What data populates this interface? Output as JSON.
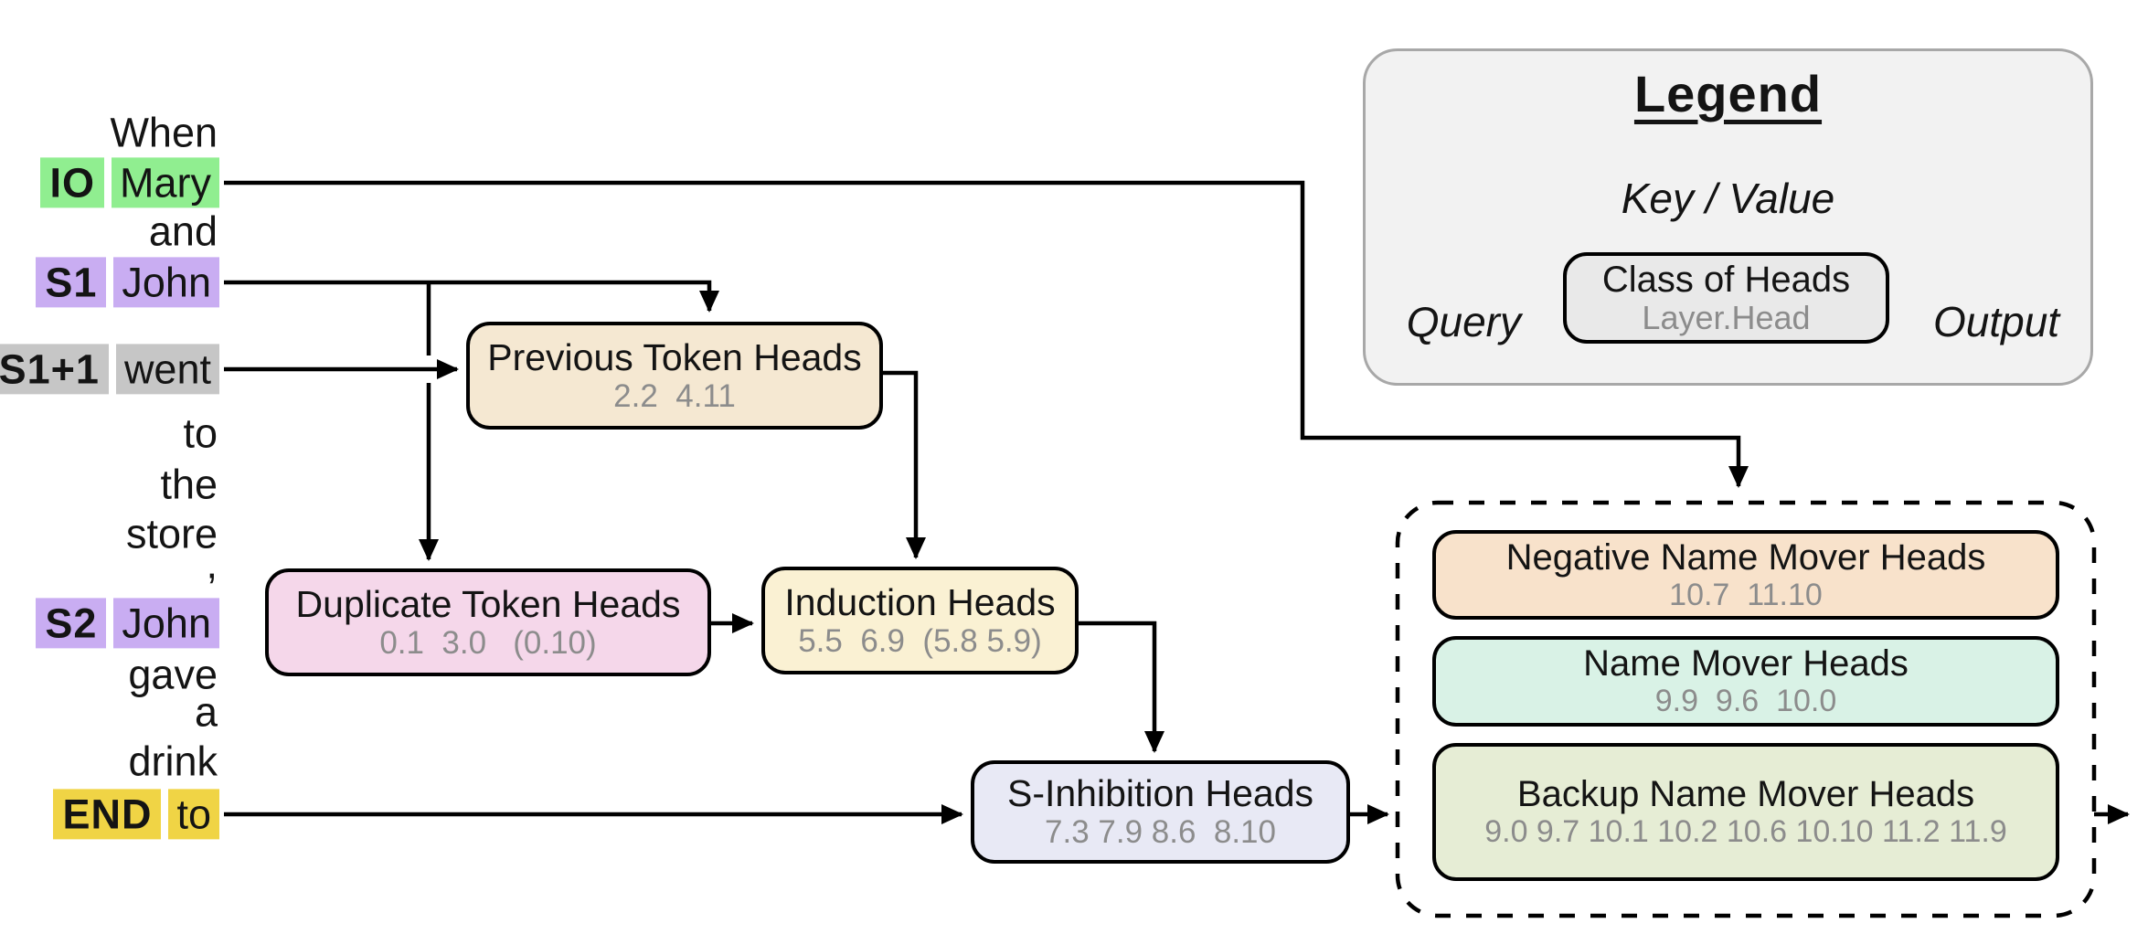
{
  "colors": {
    "io_green": "#90EE90",
    "subject_purple": "#C9ADF2",
    "s1plus1_gray": "#C6C6C6",
    "end_yellow": "#F0D445",
    "previous_fill": "#F5E8D2",
    "duplicate_fill": "#F5D7EA",
    "induction_fill": "#FAF1D3",
    "s_inhibition_fill": "#E8E9F5",
    "negative_fill": "#F8E2CB",
    "name_mover_fill": "#D9F2E6",
    "backup_fill": "#E6EDD5",
    "legend_panel_fill": "#F2F2F2",
    "class_box_fill": "#E9E9E9",
    "values_gray": "#8C8C8C",
    "line_black": "#000000"
  },
  "tokens": [
    {
      "label": "",
      "word": "When",
      "color": null
    },
    {
      "label": "IO",
      "word": "Mary",
      "color": "#90EE90"
    },
    {
      "label": "",
      "word": "and",
      "color": null
    },
    {
      "label": "S1",
      "word": "John",
      "color": "#C9ADF2"
    },
    {
      "label": "S1+1",
      "word": "went",
      "color": "#C6C6C6"
    },
    {
      "label": "",
      "word": "to",
      "color": null
    },
    {
      "label": "",
      "word": "the",
      "color": null
    },
    {
      "label": "",
      "word": "store",
      "color": null
    },
    {
      "label": "",
      "word": ",",
      "color": null
    },
    {
      "label": "S2",
      "word": "John",
      "color": "#C9ADF2"
    },
    {
      "label": "",
      "word": "gave",
      "color": null
    },
    {
      "label": "",
      "word": "a",
      "color": null
    },
    {
      "label": "",
      "word": "drink",
      "color": null
    },
    {
      "label": "END",
      "word": "to",
      "color": "#F0D445"
    }
  ],
  "boxes": {
    "previous": {
      "title": "Previous Token Heads",
      "values": "2.2  4.11",
      "fill": "#F5E8D2"
    },
    "duplicate": {
      "title": "Duplicate Token Heads",
      "values": "0.1  3.0   (0.10)",
      "fill": "#F5D7EA"
    },
    "induction": {
      "title": "Induction Heads",
      "values": "5.5  6.9  (5.8 5.9)",
      "fill": "#FAF1D3"
    },
    "s_inhibition": {
      "title": "S-Inhibition Heads",
      "values": "7.3 7.9 8.6  8.10",
      "fill": "#E8E9F5"
    }
  },
  "output_group": [
    {
      "title": "Negative Name Mover Heads",
      "values": "10.7  11.10",
      "fill": "#F8E2CB"
    },
    {
      "title": "Name Mover Heads",
      "values": "9.9  9.6  10.0",
      "fill": "#D9F2E6"
    },
    {
      "title": "Backup Name Mover Heads",
      "values": "9.0 9.7 10.1 10.2 10.6 10.10 11.2 11.9",
      "fill": "#E6EDD5"
    }
  ],
  "legend": {
    "title": "Legend",
    "key_value": "Key / Value",
    "query": "Query",
    "output": "Output",
    "box_title": "Class of Heads",
    "box_subtitle": "Layer.Head"
  }
}
